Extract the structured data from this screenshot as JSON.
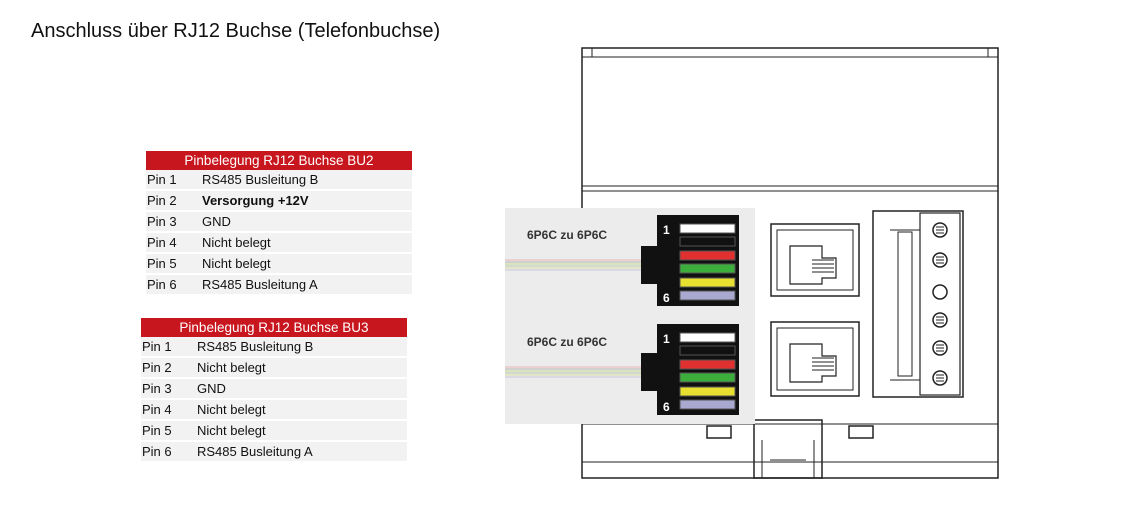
{
  "title": "Anschluss über RJ12 Buchse (Telefonbuchse)",
  "tables": [
    {
      "header": "Pinbelegung RJ12 Buchse BU2",
      "rows": [
        {
          "pin": "Pin 1",
          "signal": "RS485 Busleitung B",
          "bold": false
        },
        {
          "pin": "Pin 2",
          "signal": "Versorgung +12V",
          "bold": true
        },
        {
          "pin": "Pin 3",
          "signal": "GND",
          "bold": false
        },
        {
          "pin": "Pin 4",
          "signal": "Nicht belegt",
          "bold": false
        },
        {
          "pin": "Pin 5",
          "signal": "Nicht belegt",
          "bold": false
        },
        {
          "pin": "Pin 6",
          "signal": "RS485 Busleitung A",
          "bold": false
        }
      ]
    },
    {
      "header": "Pinbelegung RJ12 Buchse BU3",
      "rows": [
        {
          "pin": "Pin 1",
          "signal": "RS485 Busleitung B",
          "bold": false
        },
        {
          "pin": "Pin 2",
          "signal": "Nicht belegt",
          "bold": false
        },
        {
          "pin": "Pin 3",
          "signal": "GND",
          "bold": false
        },
        {
          "pin": "Pin 4",
          "signal": "Nicht belegt",
          "bold": false
        },
        {
          "pin": "Pin 5",
          "signal": "Nicht belegt",
          "bold": false
        },
        {
          "pin": "Pin 6",
          "signal": "RS485 Busleitung A",
          "bold": false
        }
      ]
    }
  ],
  "cables": [
    {
      "label": "6P6C zu 6P6C",
      "first_pin": "1",
      "last_pin": "6"
    },
    {
      "label": "6P6C zu 6P6C",
      "first_pin": "1",
      "last_pin": "6"
    }
  ],
  "wire_colors": [
    "#ffffff",
    "#111111",
    "#e03030",
    "#3cae3c",
    "#e8e030",
    "#a8a8d0"
  ],
  "colors": {
    "header_red": "#c8161e",
    "row_bg": "#f2f2f2",
    "cable_panel": "#ececec"
  }
}
